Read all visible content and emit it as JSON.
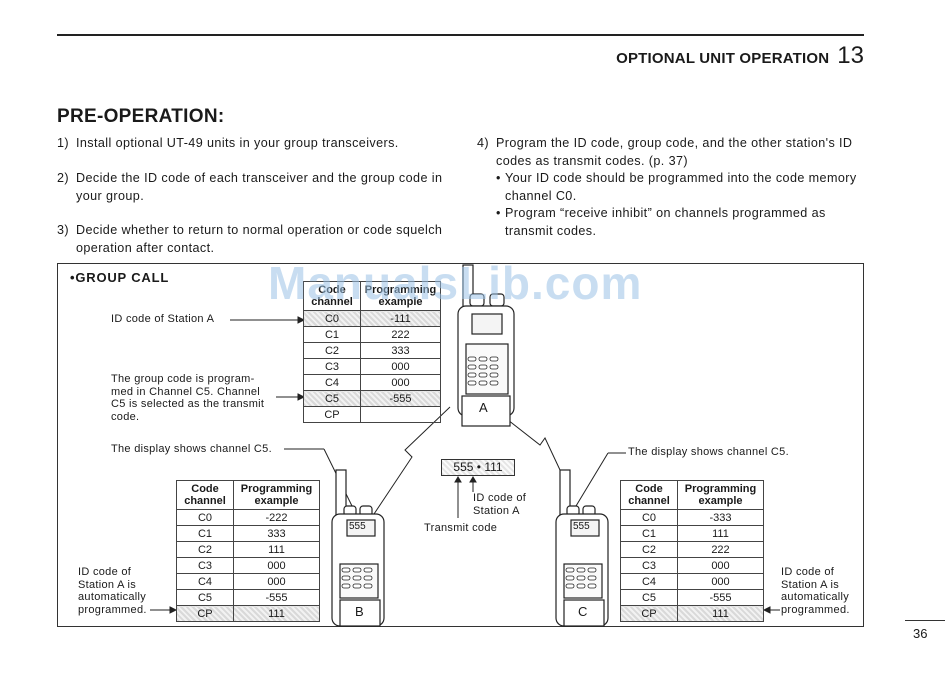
{
  "header": {
    "title": "OPTIONAL UNIT OPERATION",
    "chapter": "13"
  },
  "section_title": "PRE-OPERATION:",
  "steps_left": [
    {
      "num": "1)",
      "text": "Install optional UT-49 units in your group transceivers."
    },
    {
      "num": "2)",
      "text": "Decide the ID code of each transceiver and the group code in your group."
    },
    {
      "num": "3)",
      "text": "Decide whether to return to normal operation or code squelch operation after contact."
    }
  ],
  "step4": {
    "num": "4)",
    "text": "Program the ID code, group code, and the other station's ID codes as transmit codes. (p. 37)",
    "bullets": [
      "Your ID code should be programmed into the code memory channel C0.",
      "Program “receive inhibit” on channels programmed as transmit codes."
    ]
  },
  "group_call_title": "GROUP CALL",
  "table_headers": {
    "code_channel": "Code channel",
    "programming_example": "Programming example"
  },
  "table_a": {
    "header_code": "Code channel",
    "header_prog": "Programming example",
    "rows": [
      {
        "ch": "C0",
        "val": "-111"
      },
      {
        "ch": "C1",
        "val": "222"
      },
      {
        "ch": "C2",
        "val": "333"
      },
      {
        "ch": "C3",
        "val": "000"
      },
      {
        "ch": "C4",
        "val": "000"
      },
      {
        "ch": "C5",
        "val": "-555"
      },
      {
        "ch": "CP",
        "val": ""
      }
    ]
  },
  "table_b": {
    "rows": [
      {
        "ch": "C0",
        "val": "-222"
      },
      {
        "ch": "C1",
        "val": "333"
      },
      {
        "ch": "C2",
        "val": "111"
      },
      {
        "ch": "C3",
        "val": "000"
      },
      {
        "ch": "C4",
        "val": "000"
      },
      {
        "ch": "C5",
        "val": "-555"
      },
      {
        "ch": "CP",
        "val": "111"
      }
    ]
  },
  "table_c": {
    "rows": [
      {
        "ch": "C0",
        "val": "-333"
      },
      {
        "ch": "C1",
        "val": "111"
      },
      {
        "ch": "C2",
        "val": "222"
      },
      {
        "ch": "C3",
        "val": "000"
      },
      {
        "ch": "C4",
        "val": "000"
      },
      {
        "ch": "C5",
        "val": "-555"
      },
      {
        "ch": "CP",
        "val": "111"
      }
    ]
  },
  "annotations": {
    "id_station_a": "ID code of Station A",
    "group_code": [
      "The group code is program-",
      "med in Channel C5. Channel",
      "C5 is selected as the transmit",
      "code."
    ],
    "display_left": "The display shows channel C5.",
    "display_right": "The display shows channel C5.",
    "auto_left": [
      "ID code of",
      "Station A is",
      "automatically",
      "programmed."
    ],
    "auto_right": [
      "ID code of",
      "Station A is",
      "automatically",
      "programmed."
    ],
    "id_code_center": [
      "ID code of",
      "Station A"
    ],
    "transmit_code": "Transmit code"
  },
  "transmit_display": "555 • 111",
  "radio_display": "555",
  "stations": {
    "a": "A",
    "b": "B",
    "c": "C"
  },
  "page_number": "36",
  "watermark": "ManualsLib.com"
}
